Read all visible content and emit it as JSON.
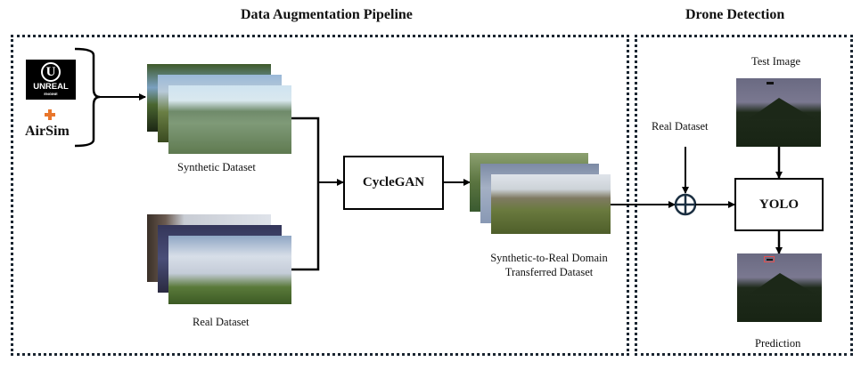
{
  "sections": {
    "augmentation": {
      "title": "Data Augmentation Pipeline"
    },
    "detection": {
      "title": "Drone Detection"
    }
  },
  "sources": {
    "engine_logo": {
      "line1": "UNREAL",
      "line2": "ENGINE",
      "monogram": "U"
    },
    "plus_color": "#e8762c",
    "simulator": "AirSim"
  },
  "datasets": {
    "synthetic": "Synthetic Dataset",
    "real": "Real Dataset",
    "transferred_line1": "Synthetic-to-Real Domain",
    "transferred_line2": "Transferred  Dataset"
  },
  "blocks": {
    "cyclegan": "CycleGAN",
    "yolo": "YOLO",
    "combine_symbol": "sum-circle"
  },
  "detection": {
    "real_dataset": "Real Dataset",
    "test_image": "Test Image",
    "prediction": "Prediction",
    "bbox_color": "#e05050"
  }
}
